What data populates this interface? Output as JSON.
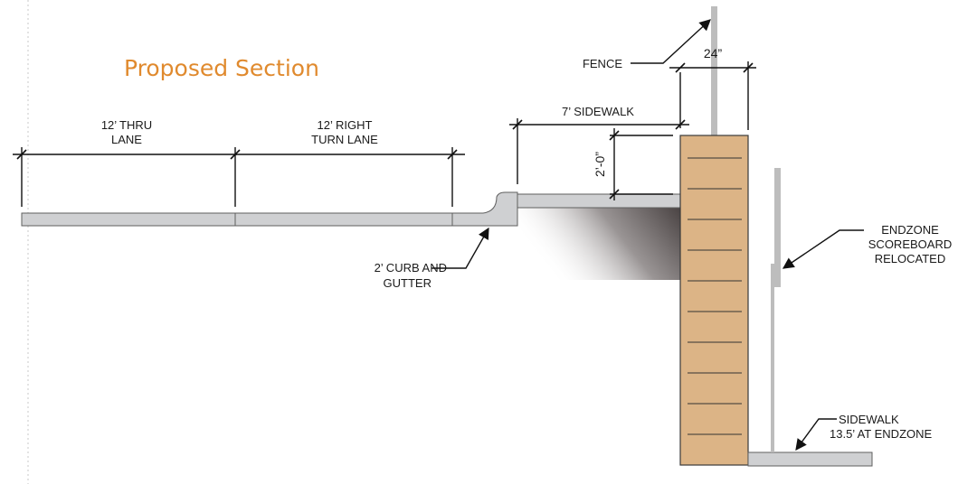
{
  "title": "Proposed Section",
  "colors": {
    "title": "#e08a2e",
    "wall": "#dcb486",
    "pavement": "#cfd0d2",
    "post": "#bdbdbd"
  },
  "labels": {
    "thru_lane_1": "12’ THRU",
    "thru_lane_2": "LANE",
    "right_turn_1": "12’ RIGHT",
    "right_turn_2": "TURN LANE",
    "sidewalk": "7’ SIDEWALK",
    "fence": "FENCE",
    "fence_width": "24”",
    "wall_height": "2’-0”",
    "curb_1": "2’ CURB AND",
    "curb_2": "GUTTER",
    "scoreboard_1": "ENDZONE",
    "scoreboard_2": "SCOREBOARD",
    "scoreboard_3": "RELOCATED",
    "endzone_sidewalk_1": "SIDEWALK",
    "endzone_sidewalk_2": "13.5’ AT ENDZONE"
  }
}
